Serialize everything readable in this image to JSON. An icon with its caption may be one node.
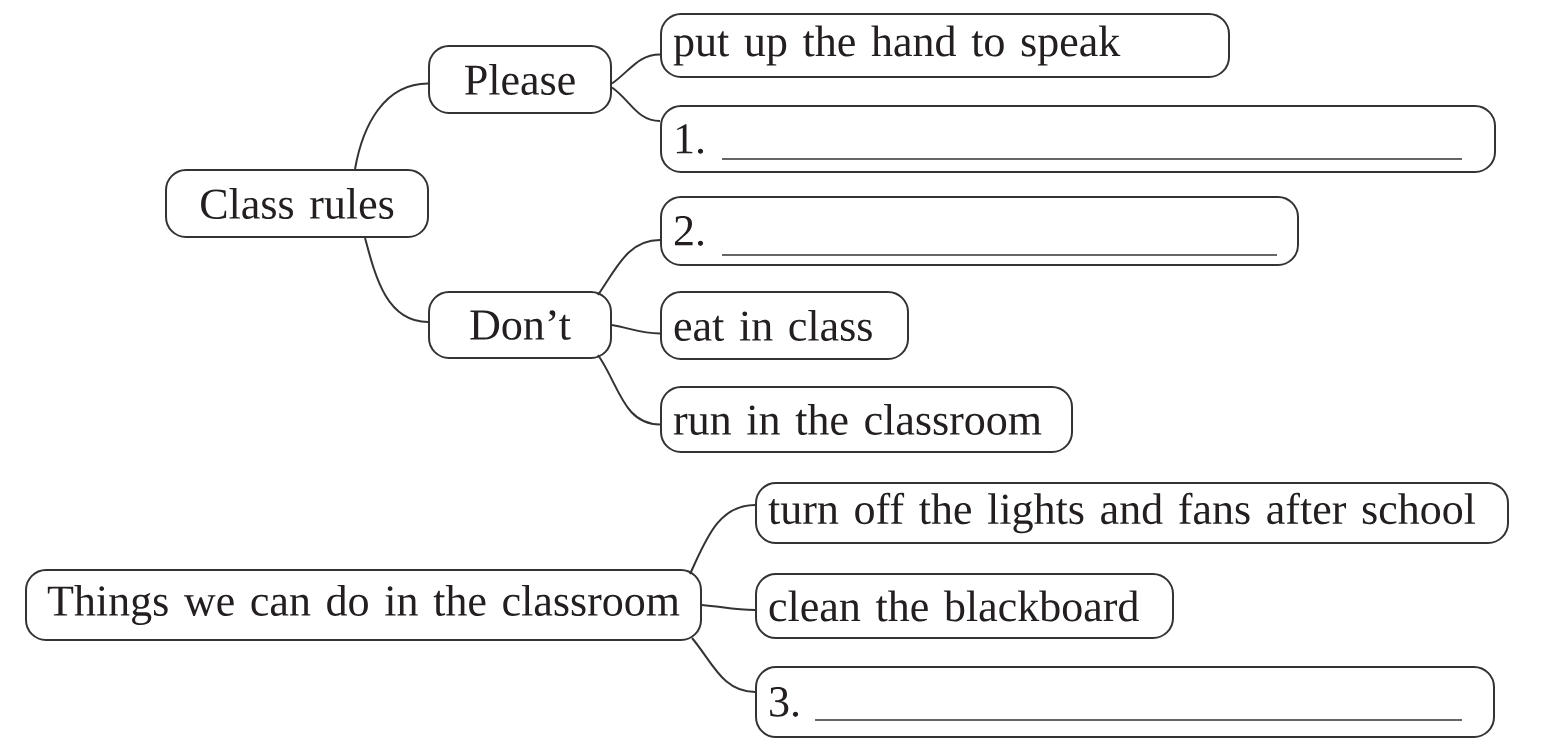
{
  "diagram": {
    "nodes": [
      {
        "text": [
          "Class rules"
        ]
      },
      {
        "text": [
          "Please"
        ]
      },
      {
        "text": [
          "put up the hand to speak"
        ]
      },
      {
        "text": [
          "1."
        ]
      },
      {
        "text": [
          "Don’t"
        ]
      },
      {
        "text": [
          "2."
        ]
      },
      {
        "text": [
          "eat in class"
        ]
      },
      {
        "text": [
          "run in the classroom"
        ]
      },
      {
        "text": [
          "Things we can do in the classroom"
        ]
      },
      {
        "text": [
          "turn off the lights and fans after school"
        ]
      },
      {
        "text": [
          "clean the blackboard"
        ]
      },
      {
        "text": [
          "3."
        ]
      }
    ],
    "edges": [
      {
        "from": 0,
        "to": 1,
        "arrow": "none"
      },
      {
        "from": 0,
        "to": 4,
        "arrow": "none"
      },
      {
        "from": 1,
        "to": 2,
        "arrow": "none"
      },
      {
        "from": 1,
        "to": 3,
        "arrow": "none"
      },
      {
        "from": 4,
        "to": 5,
        "arrow": "none"
      },
      {
        "from": 4,
        "to": 6,
        "arrow": "none"
      },
      {
        "from": 4,
        "to": 7,
        "arrow": "none"
      },
      {
        "from": 8,
        "to": 9,
        "arrow": "none"
      },
      {
        "from": 8,
        "to": 10,
        "arrow": "none"
      },
      {
        "from": 8,
        "to": 11,
        "arrow": "none"
      }
    ]
  }
}
